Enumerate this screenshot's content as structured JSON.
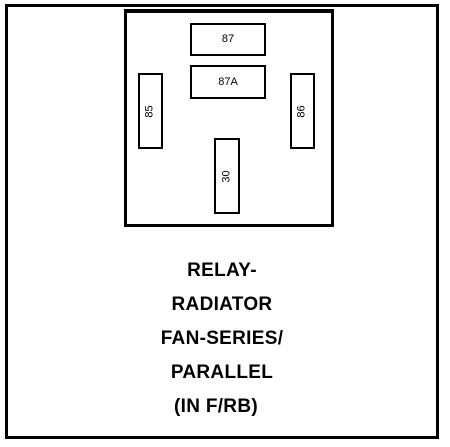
{
  "relay": {
    "pins": {
      "p87": "87",
      "p87a": "87A",
      "p85": "85",
      "p86": "86",
      "p30": "30"
    }
  },
  "caption": {
    "line1": "RELAY-",
    "line2": "RADIATOR",
    "line3": "FAN-SERIES/",
    "line4": "PARALLEL",
    "line5": "(IN F/RB)"
  }
}
